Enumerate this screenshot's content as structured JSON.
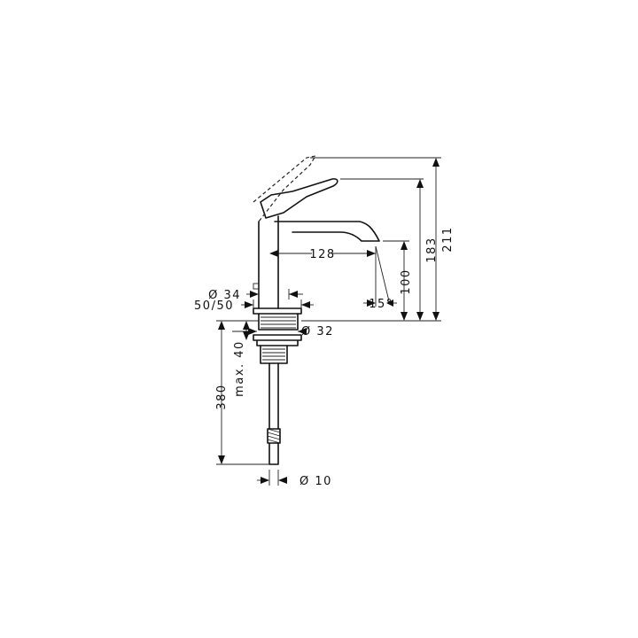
{
  "dimensions": {
    "overall_height": "211",
    "spout_height": "183",
    "outlet_height": "100",
    "spout_reach": "128",
    "spout_angle": "15°",
    "hole_diameter": "Ø 34",
    "hole_spacing": "50/50",
    "thread_diameter": "Ø 32",
    "hose_length": "380",
    "max_counter_thickness": "max. 40",
    "connection_diameter": "Ø 10"
  }
}
